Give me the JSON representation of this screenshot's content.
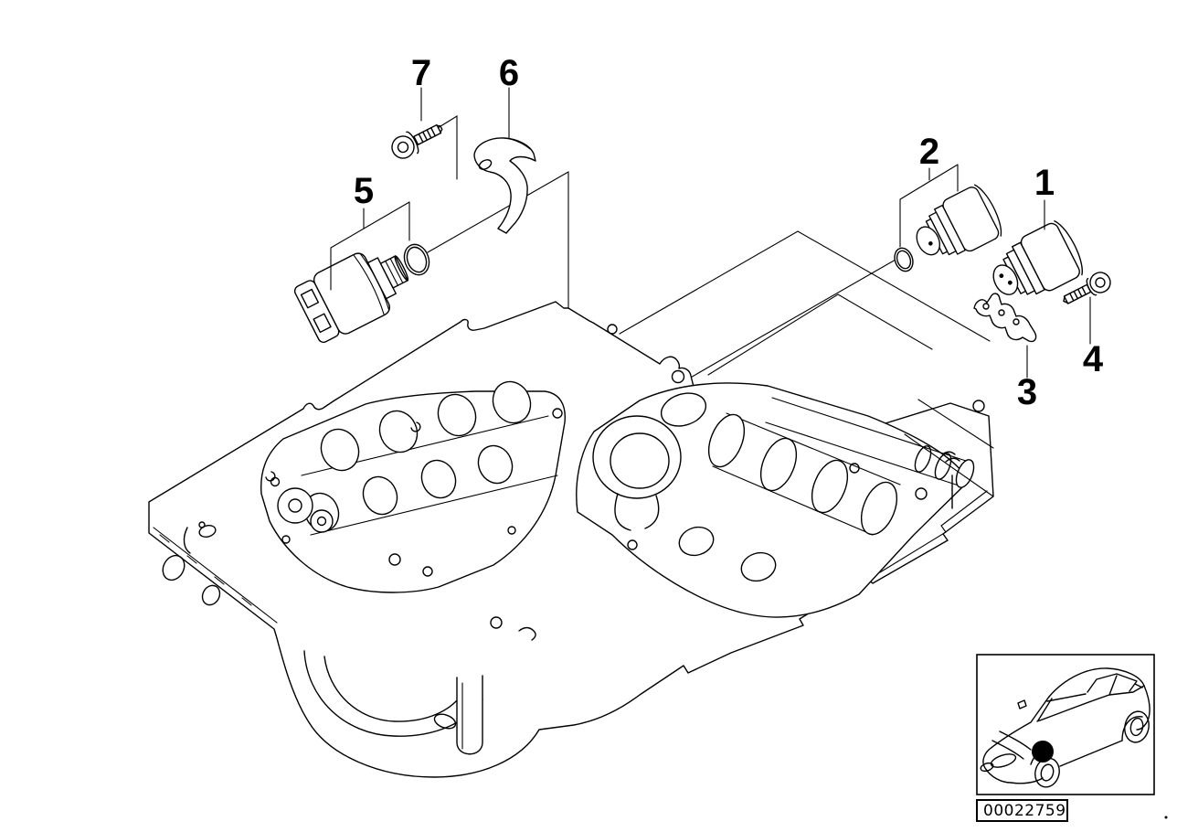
{
  "figure": {
    "type": "exploded-parts-diagram",
    "background_color": "#ffffff",
    "line_color": "#000000",
    "callouts": [
      {
        "number": "1"
      },
      {
        "number": "2"
      },
      {
        "number": "3"
      },
      {
        "number": "4"
      },
      {
        "number": "5"
      },
      {
        "number": "6"
      },
      {
        "number": "7"
      }
    ],
    "footer": {
      "part_number": "00022759"
    },
    "inset": {
      "marker_color": "#000000"
    }
  }
}
